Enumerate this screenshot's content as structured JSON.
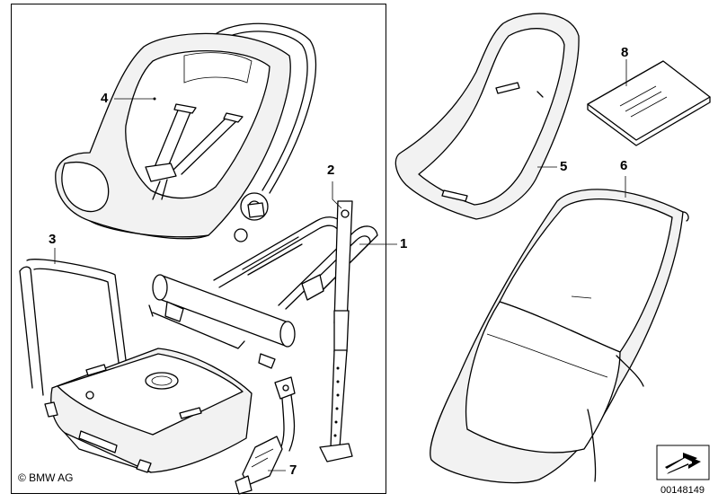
{
  "callouts": {
    "c1": "1",
    "c2": "2",
    "c3": "3",
    "c4": "4",
    "c5": "5",
    "c6": "6",
    "c7": "7",
    "c8": "8"
  },
  "footer": {
    "copyright": "© BMW AG",
    "doc_number": "00148149"
  },
  "icons": {
    "logo": "bmw-arrow-icon"
  }
}
